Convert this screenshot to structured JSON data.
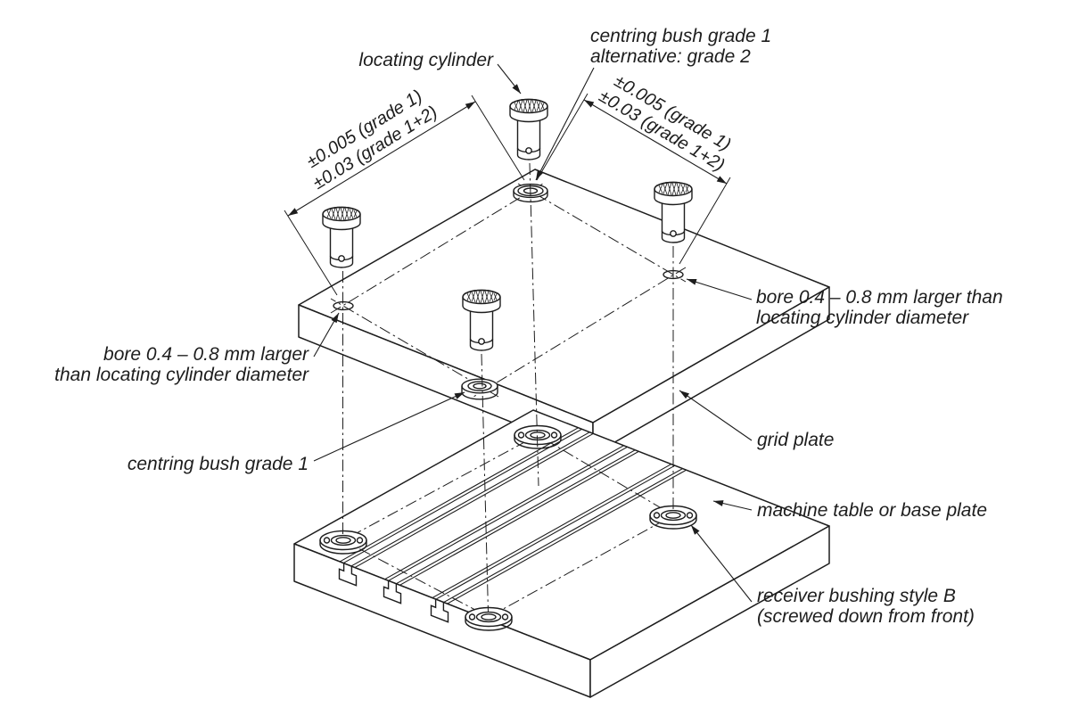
{
  "figure": {
    "type": "exploded isometric technical drawing",
    "colors": {
      "background": "#ffffff",
      "line": "#1d1d1d"
    },
    "labels": {
      "locating_cylinder": "locating cylinder",
      "centring_bush_top": {
        "line1": "centring bush grade 1",
        "line2": "alternative: grade 2"
      },
      "dimension_left": {
        "line1": "±0.005 (grade 1)",
        "line2": "±0.03 (grade 1+2)"
      },
      "dimension_right": {
        "line1": "±0.005 (grade 1)",
        "line2": "±0.03 (grade 1+2)"
      },
      "bore_right": {
        "line1": "bore 0.4 – 0.8 mm larger than",
        "line2": "locating cylinder diameter"
      },
      "bore_left": {
        "line1": "bore 0.4 – 0.8 mm larger",
        "line2": "than locating cylinder diameter"
      },
      "centring_bush_mid": "centring bush grade 1",
      "grid_plate": "grid plate",
      "machine_table": "machine table or base plate",
      "receiver_bushing": {
        "line1": "receiver bushing style B",
        "line2": "(screwed down from front)"
      }
    }
  }
}
